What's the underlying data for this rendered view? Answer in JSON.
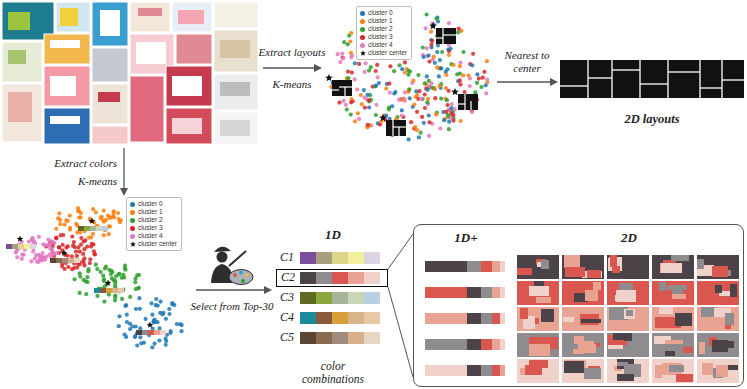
{
  "diagram": {
    "nodes": [
      {
        "text": [
          "1D",
          "color combinations"
        ]
      },
      {
        "text": [
          "C2"
        ],
        "in": 0
      },
      {
        "text": [
          "1D+",
          "2D"
        ]
      },
      {
        "text": [
          "2D layouts"
        ]
      }
    ],
    "edges": [
      {
        "from": 1,
        "to": 2,
        "arrow": "none"
      }
    ],
    "labels": [
      "Extract layouts",
      "K-means",
      "Nearest to center",
      "Extract colors",
      "K-means",
      "Select from Top-30",
      "C1",
      "C3",
      "C4",
      "C5"
    ],
    "legend": [
      {
        "text": "cluster 0",
        "color": "#1f77b4"
      },
      {
        "text": "cluster 1",
        "color": "#ff7f0e"
      },
      {
        "text": "cluster 2",
        "color": "#2ca02c"
      },
      {
        "text": "cluster 3",
        "color": "#d62728"
      },
      {
        "text": "cluster 4",
        "color": "#e377c2"
      },
      {
        "text": "cluster center"
      },
      {
        "text": "cluster 0",
        "color": "#1f77b4"
      },
      {
        "text": "cluster 1",
        "color": "#ff7f0e"
      },
      {
        "text": "cluster 2",
        "color": "#2ca02c"
      },
      {
        "text": "cluster 3",
        "color": "#d62728"
      },
      {
        "text": "cluster 4",
        "color": "#e377c2"
      },
      {
        "text": "cluster center"
      }
    ]
  }
}
